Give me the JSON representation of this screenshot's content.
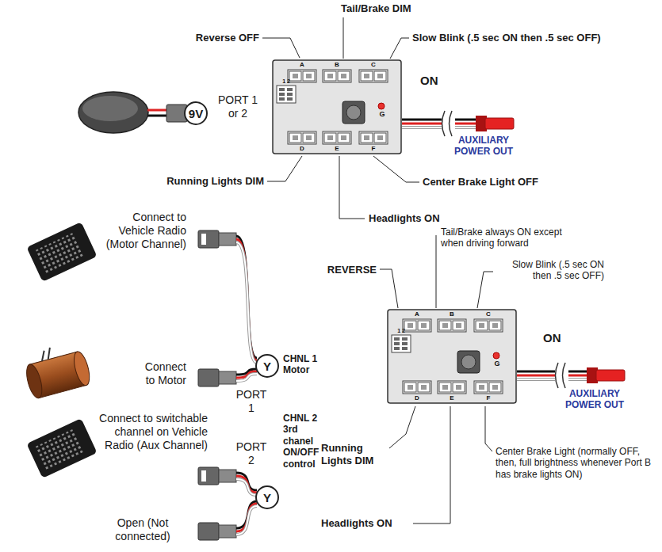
{
  "diagram": {
    "nodes": [
      {
        "text": [
          "9V"
        ]
      },
      {
        "text": [
          "A",
          "B",
          "C",
          "1 2",
          "G",
          "D",
          "E",
          "F"
        ]
      },
      {
        "text": [
          "A",
          "B",
          "C",
          "1 2",
          "G",
          "D",
          "E",
          "F"
        ]
      },
      {
        "text": [
          "Y"
        ]
      },
      {
        "text": [
          "Y"
        ]
      }
    ],
    "labels": [
      "Tail/Brake DIM",
      "Reverse OFF",
      "Slow Blink (.5 sec ON then .5 sec OFF)",
      "PORT 1 or 2",
      "ON",
      "AUXILIARY POWER OUT",
      "Running Lights DIM",
      "Center Brake Light OFF",
      "Headlights ON",
      "Connect to Vehicle Radio (Motor Channel)",
      "Tail/Brake always ON except when driving forward",
      "REVERSE",
      "Slow Blink (.5 sec ON then .5 sec OFF)",
      "Connect to Motor",
      "PORT 1",
      "CHNL 1 Motor",
      "CHNL 2 3rd chanel ON/OFF control",
      "ON",
      "AUXILIARY POWER OUT",
      "Connect to switchable channel on Vehicle Radio (Aux Channel)",
      "PORT 2",
      "Running Lights DIM",
      "Center Brake Light (normally OFF, then, full brightness whenever Port B has brake lights ON)",
      "Open (Not connected)",
      "Headlights ON"
    ]
  }
}
